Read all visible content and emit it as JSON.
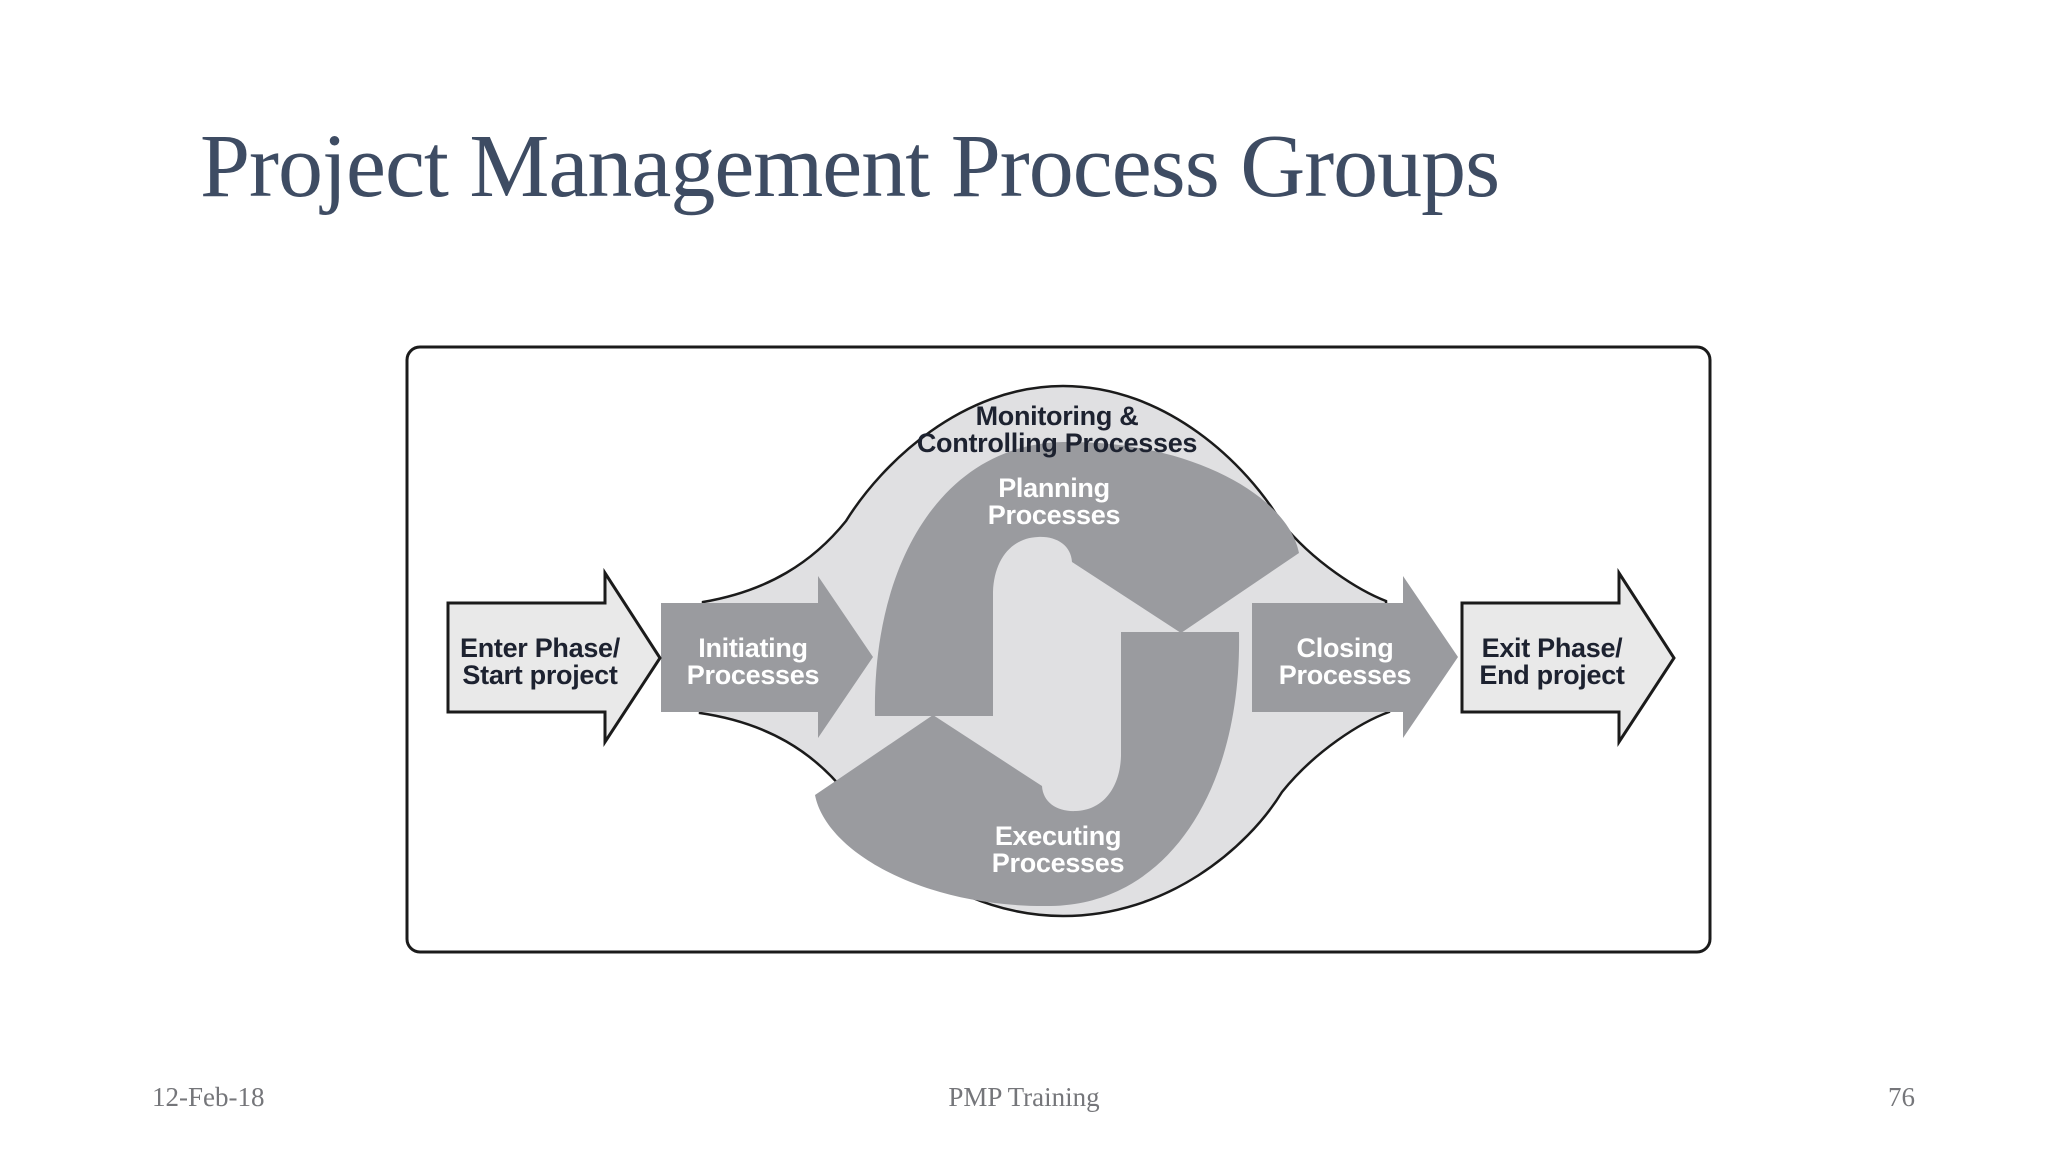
{
  "slide": {
    "title": "Project Management Process Groups",
    "footer": {
      "date": "12-Feb-18",
      "course": "PMP Training",
      "page": "76"
    }
  },
  "colors": {
    "title_text": "#3e4c63",
    "footer_text": "#75767a",
    "outline": "#1b1b1b",
    "dark_arrow": "#9a9b9f",
    "ellipse_fill": "#e0e0e2",
    "light_arrow_fill": "#e9e9e9",
    "dark_label_text": "#1d2230",
    "white_label_text": "#ffffff",
    "frame_fill": "#ffffff"
  },
  "diagram": {
    "monitoring": {
      "l1": "Monitoring &",
      "l2": "Controlling Processes"
    },
    "planning": {
      "l1": "Planning",
      "l2": "Processes"
    },
    "executing": {
      "l1": "Executing",
      "l2": "Processes"
    },
    "initiating": {
      "l1": "Initiating",
      "l2": "Processes"
    },
    "closing": {
      "l1": "Closing",
      "l2": "Processes"
    },
    "enter": {
      "l1": "Enter Phase/",
      "l2": "Start project"
    },
    "exit": {
      "l1": "Exit Phase/",
      "l2": "End project"
    }
  }
}
